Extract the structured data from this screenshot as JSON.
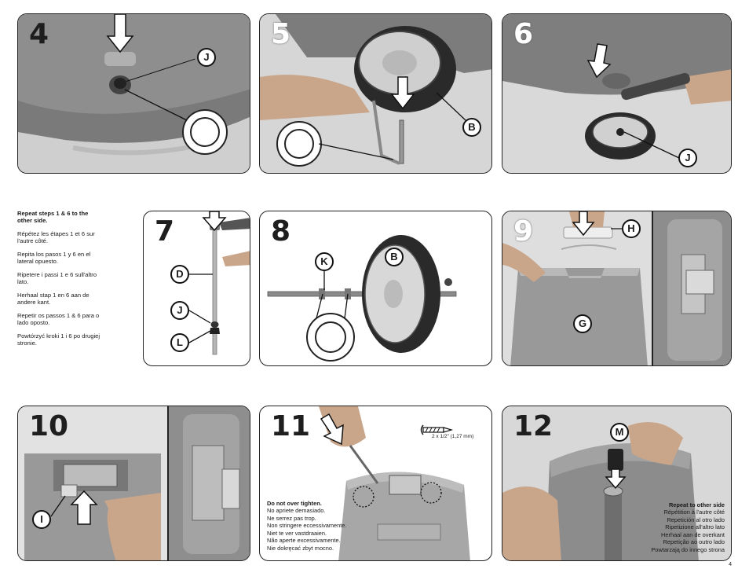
{
  "steps": [
    {
      "number": "4",
      "callouts": [
        "J"
      ]
    },
    {
      "number": "5",
      "callouts": [
        "B"
      ]
    },
    {
      "number": "6",
      "callouts": [
        "J"
      ]
    },
    {
      "number": "7",
      "callouts": [
        "D",
        "J",
        "L"
      ]
    },
    {
      "number": "8",
      "callouts": [
        "K",
        "B"
      ]
    },
    {
      "number": "9",
      "callouts": [
        "H",
        "G"
      ]
    },
    {
      "number": "10",
      "callouts": [
        "I"
      ]
    },
    {
      "number": "11",
      "callouts": []
    },
    {
      "number": "12",
      "callouts": [
        "M"
      ]
    }
  ],
  "repeat_instructions": {
    "en": "Repeat steps 1 & 6 to the other side.",
    "fr": "Répétez les étapes 1 et 6 sur l'autre côté.",
    "es": "Repita los pasos 1 y 6 en el lateral opuesto.",
    "it": "Ripetere i passi 1 e 6 sull'altro lato.",
    "nl": "Herhaal stap 1 en 6 aan de andere kant.",
    "pt": "Repetir os passos 1 & 6 para o lado oposto.",
    "pl": "Powtórzyć kroki 1 i 6 po drugiej stronie."
  },
  "step11": {
    "screw_spec": "2 x 1/2\" (1,27 mm)",
    "warning": [
      "Do not over tighten.",
      "No apriete demasiado.",
      "Ne serrez pas trop.",
      "Non stringere eccessivamente.",
      "Niet te ver vastdraaien.",
      "Não aperte excessivamente.",
      "Nie dokręcać zbyt mocno."
    ]
  },
  "step12": {
    "repeat_note": [
      "Repeat to other side",
      "Répétition à l'autre côté",
      "Repetición al otro lado",
      "Ripetizione all'altro lato",
      "Herhaal aan de overkant",
      "Repetição ao outro lado",
      "Powtarzają do innego strona"
    ]
  },
  "page_number": "4",
  "colors": {
    "outline": "#222222",
    "photo_gray": "#d2d2d2",
    "plastic_gray": "#9a9a9a",
    "tire_black": "#2a2a2a"
  }
}
